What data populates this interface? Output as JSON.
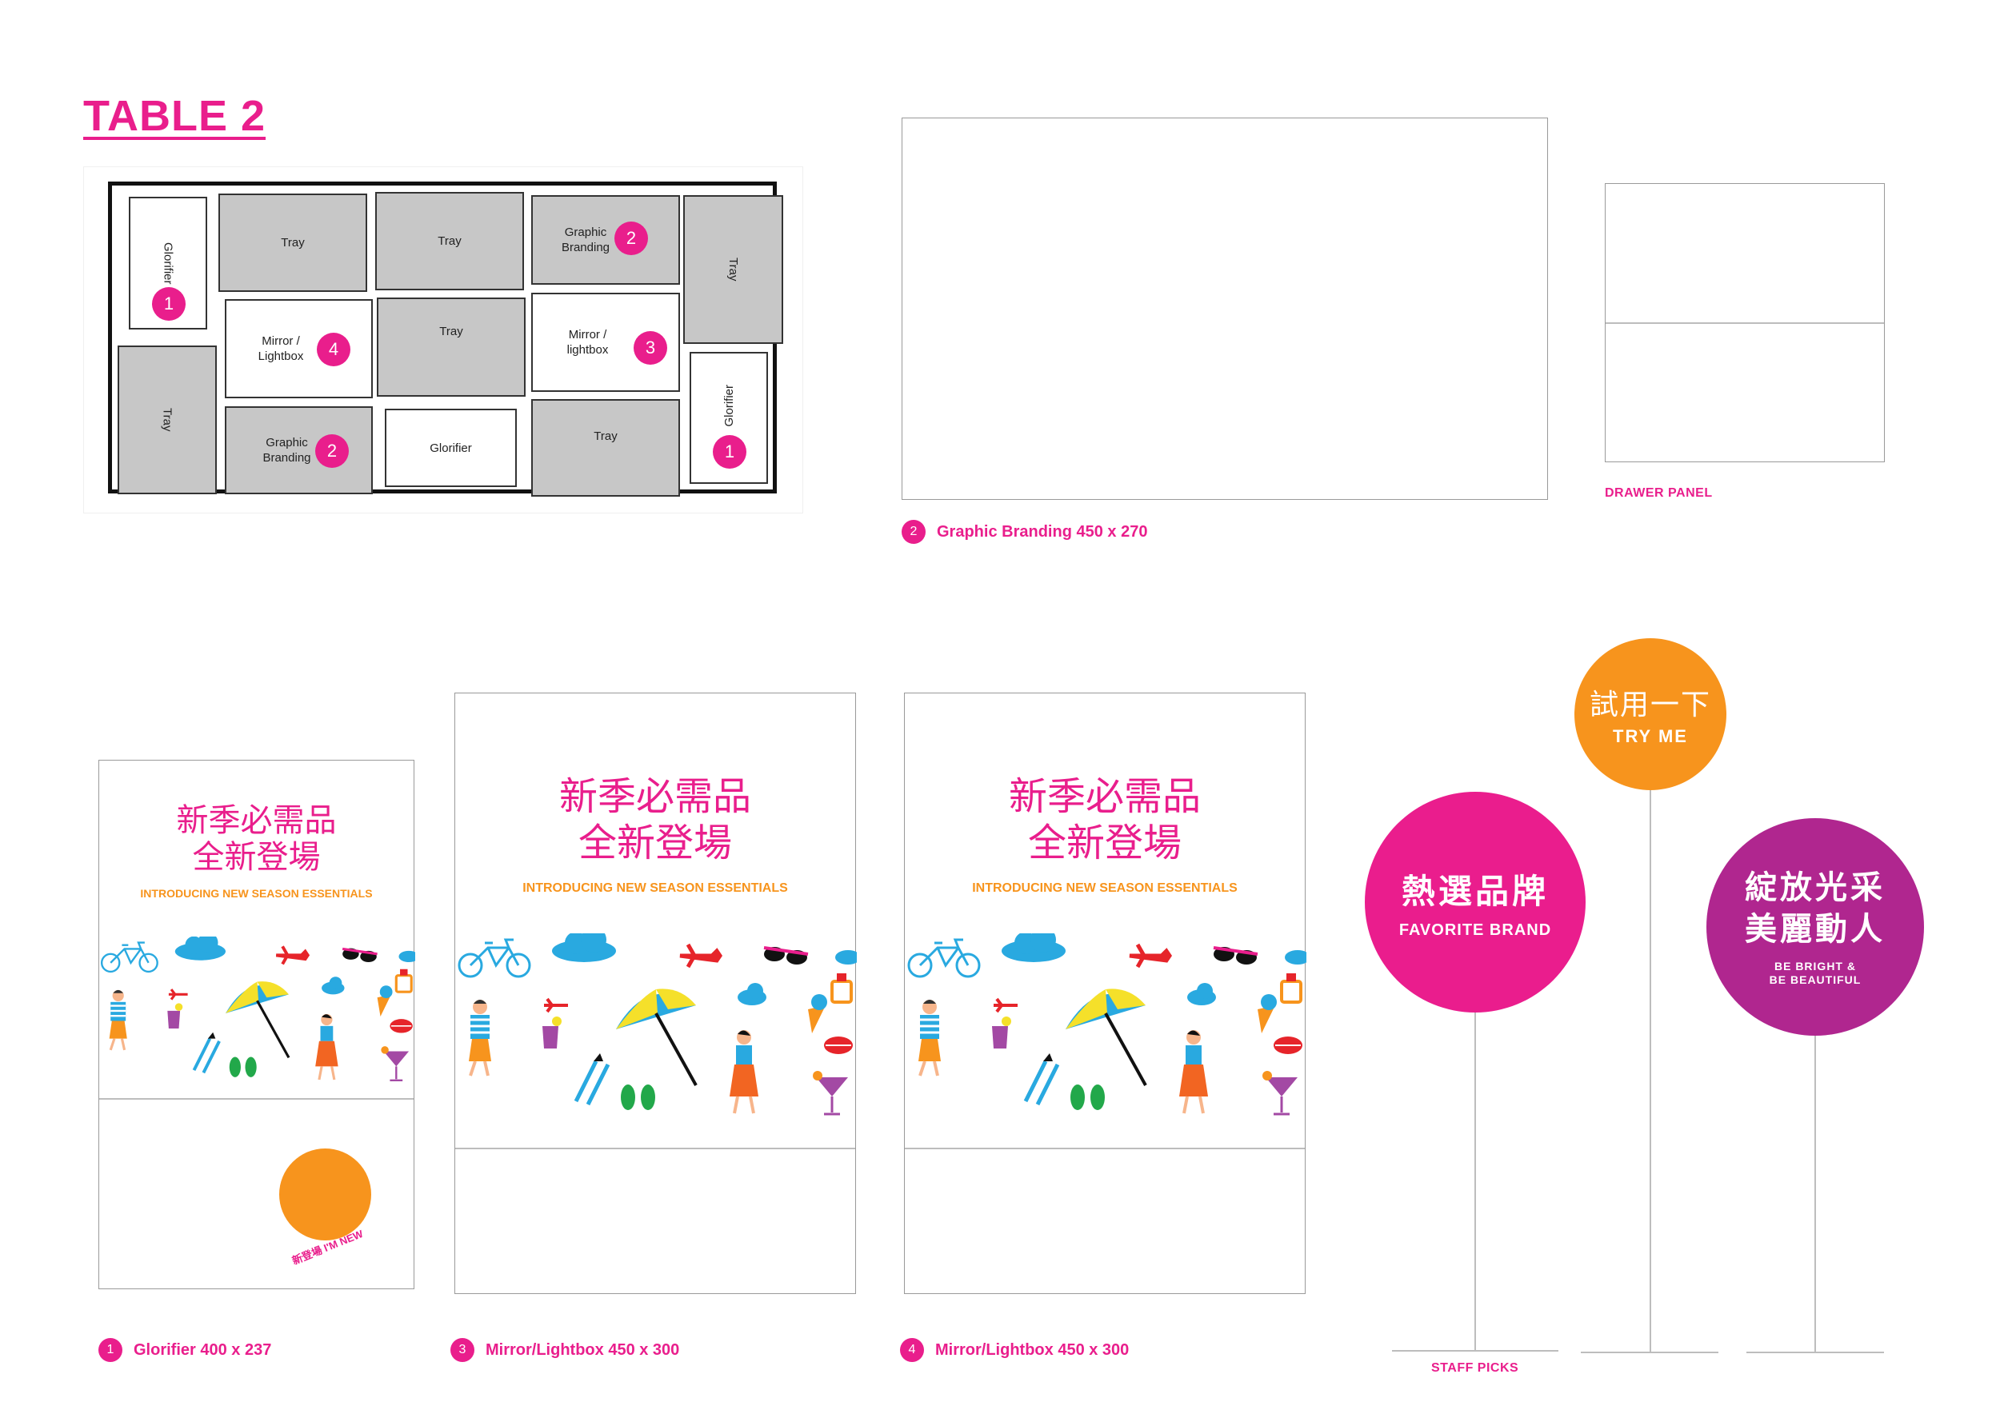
{
  "page_title": "TABLE 2",
  "floor_plan": {
    "cells": {
      "glorifier_tl": "Glorifier",
      "tray_1": "Tray",
      "tray_2": "Tray",
      "graphic_tr": "Graphic Branding",
      "tray_right": "Tray",
      "tray_left": "Tray",
      "mirror_4": "Mirror / Lightbox",
      "tray_mid": "Tray",
      "mirror_3": "Mirror / lightbox",
      "glorifier_br": "Glorifier",
      "graphic_bl": "Graphic Branding",
      "glorifier_bm": "Glorifier",
      "tray_bottom": "Tray"
    },
    "badges": {
      "b1": "1",
      "b2": "2",
      "b3": "3",
      "b4": "4"
    }
  },
  "graphic_branding": {
    "num": "2",
    "caption": "Graphic Branding 450 x 270"
  },
  "drawer_panel": {
    "caption": "DRAWER PANEL"
  },
  "poster": {
    "cn_line1": "新季必需品",
    "cn_line2": "全新登場",
    "en": "INTRODUCING NEW SEASON ESSENTIALS"
  },
  "glorifier_poster": {
    "sticker_cn": "新登場",
    "sticker_en": "I'M NEW"
  },
  "captions": {
    "glorifier": {
      "num": "1",
      "text": "Glorifier 400 x 237"
    },
    "mirror3": {
      "num": "3",
      "text": "Mirror/Lightbox 450 x 300"
    },
    "mirror4": {
      "num": "4",
      "text": "Mirror/Lightbox 450 x 300"
    }
  },
  "signs": {
    "favorite": {
      "cn": "熱選品牌",
      "en": "FAVORITE BRAND",
      "color": "#ea1d8d"
    },
    "tryme": {
      "cn": "試用一下",
      "en": "TRY ME",
      "color": "#f7941d"
    },
    "bright": {
      "cn1": "綻放光采",
      "cn2": "美麗動人",
      "en1": "BE BRIGHT &",
      "en2": "BE BEAUTIFUL",
      "color": "#b0268f"
    },
    "staff_picks": "STAFF PICKS"
  }
}
